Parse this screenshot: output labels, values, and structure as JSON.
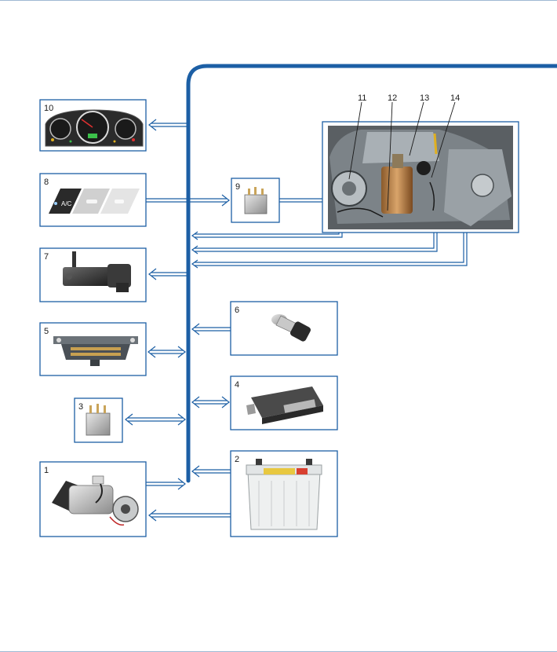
{
  "components": {
    "ignition_switch": {
      "number": "1"
    },
    "battery": {
      "number": "2"
    },
    "relay_small": {
      "number": "3"
    },
    "ecu": {
      "number": "4"
    },
    "diagnostic_connector": {
      "number": "5"
    },
    "pressure_sensor": {
      "number": "6"
    },
    "solenoid_valve": {
      "number": "7"
    },
    "ac_switch_panel": {
      "number": "8",
      "ac_label": "A/C"
    },
    "ac_relay": {
      "number": "9"
    },
    "instrument_cluster": {
      "number": "10"
    }
  },
  "engine_callouts": [
    "11",
    "12",
    "13",
    "14"
  ],
  "colors": {
    "bus": "#1c5fa5",
    "frame": "#9fb9d3",
    "box_border": "#1c5fa5"
  }
}
